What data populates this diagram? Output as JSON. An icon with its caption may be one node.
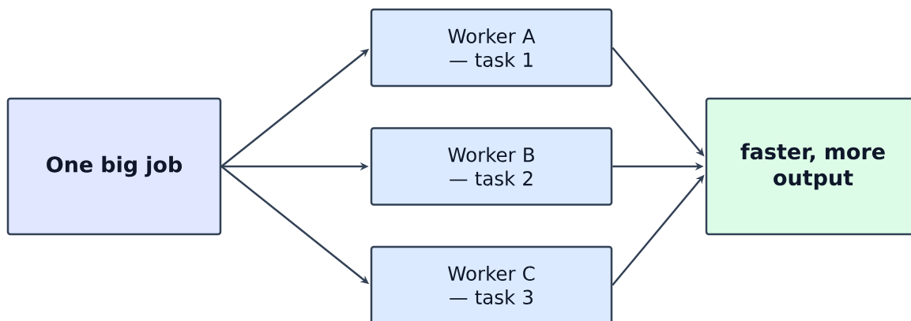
{
  "diagram": {
    "nodes": [
      {
        "text": [
          "One big job"
        ]
      },
      {
        "text": [
          "Worker A — task 1"
        ]
      },
      {
        "text": [
          "Worker B — task 2"
        ]
      },
      {
        "text": [
          "Worker C — task 3"
        ]
      },
      {
        "text": [
          "faster, more output"
        ]
      }
    ],
    "edges": [
      {
        "from": 0,
        "to": 1,
        "arrow": "to"
      },
      {
        "from": 0,
        "to": 2,
        "arrow": "to"
      },
      {
        "from": 0,
        "to": 3,
        "arrow": "to"
      },
      {
        "from": 1,
        "to": 4,
        "arrow": "to"
      },
      {
        "from": 2,
        "to": 4,
        "arrow": "to"
      },
      {
        "from": 3,
        "to": 4,
        "arrow": "to"
      }
    ]
  }
}
